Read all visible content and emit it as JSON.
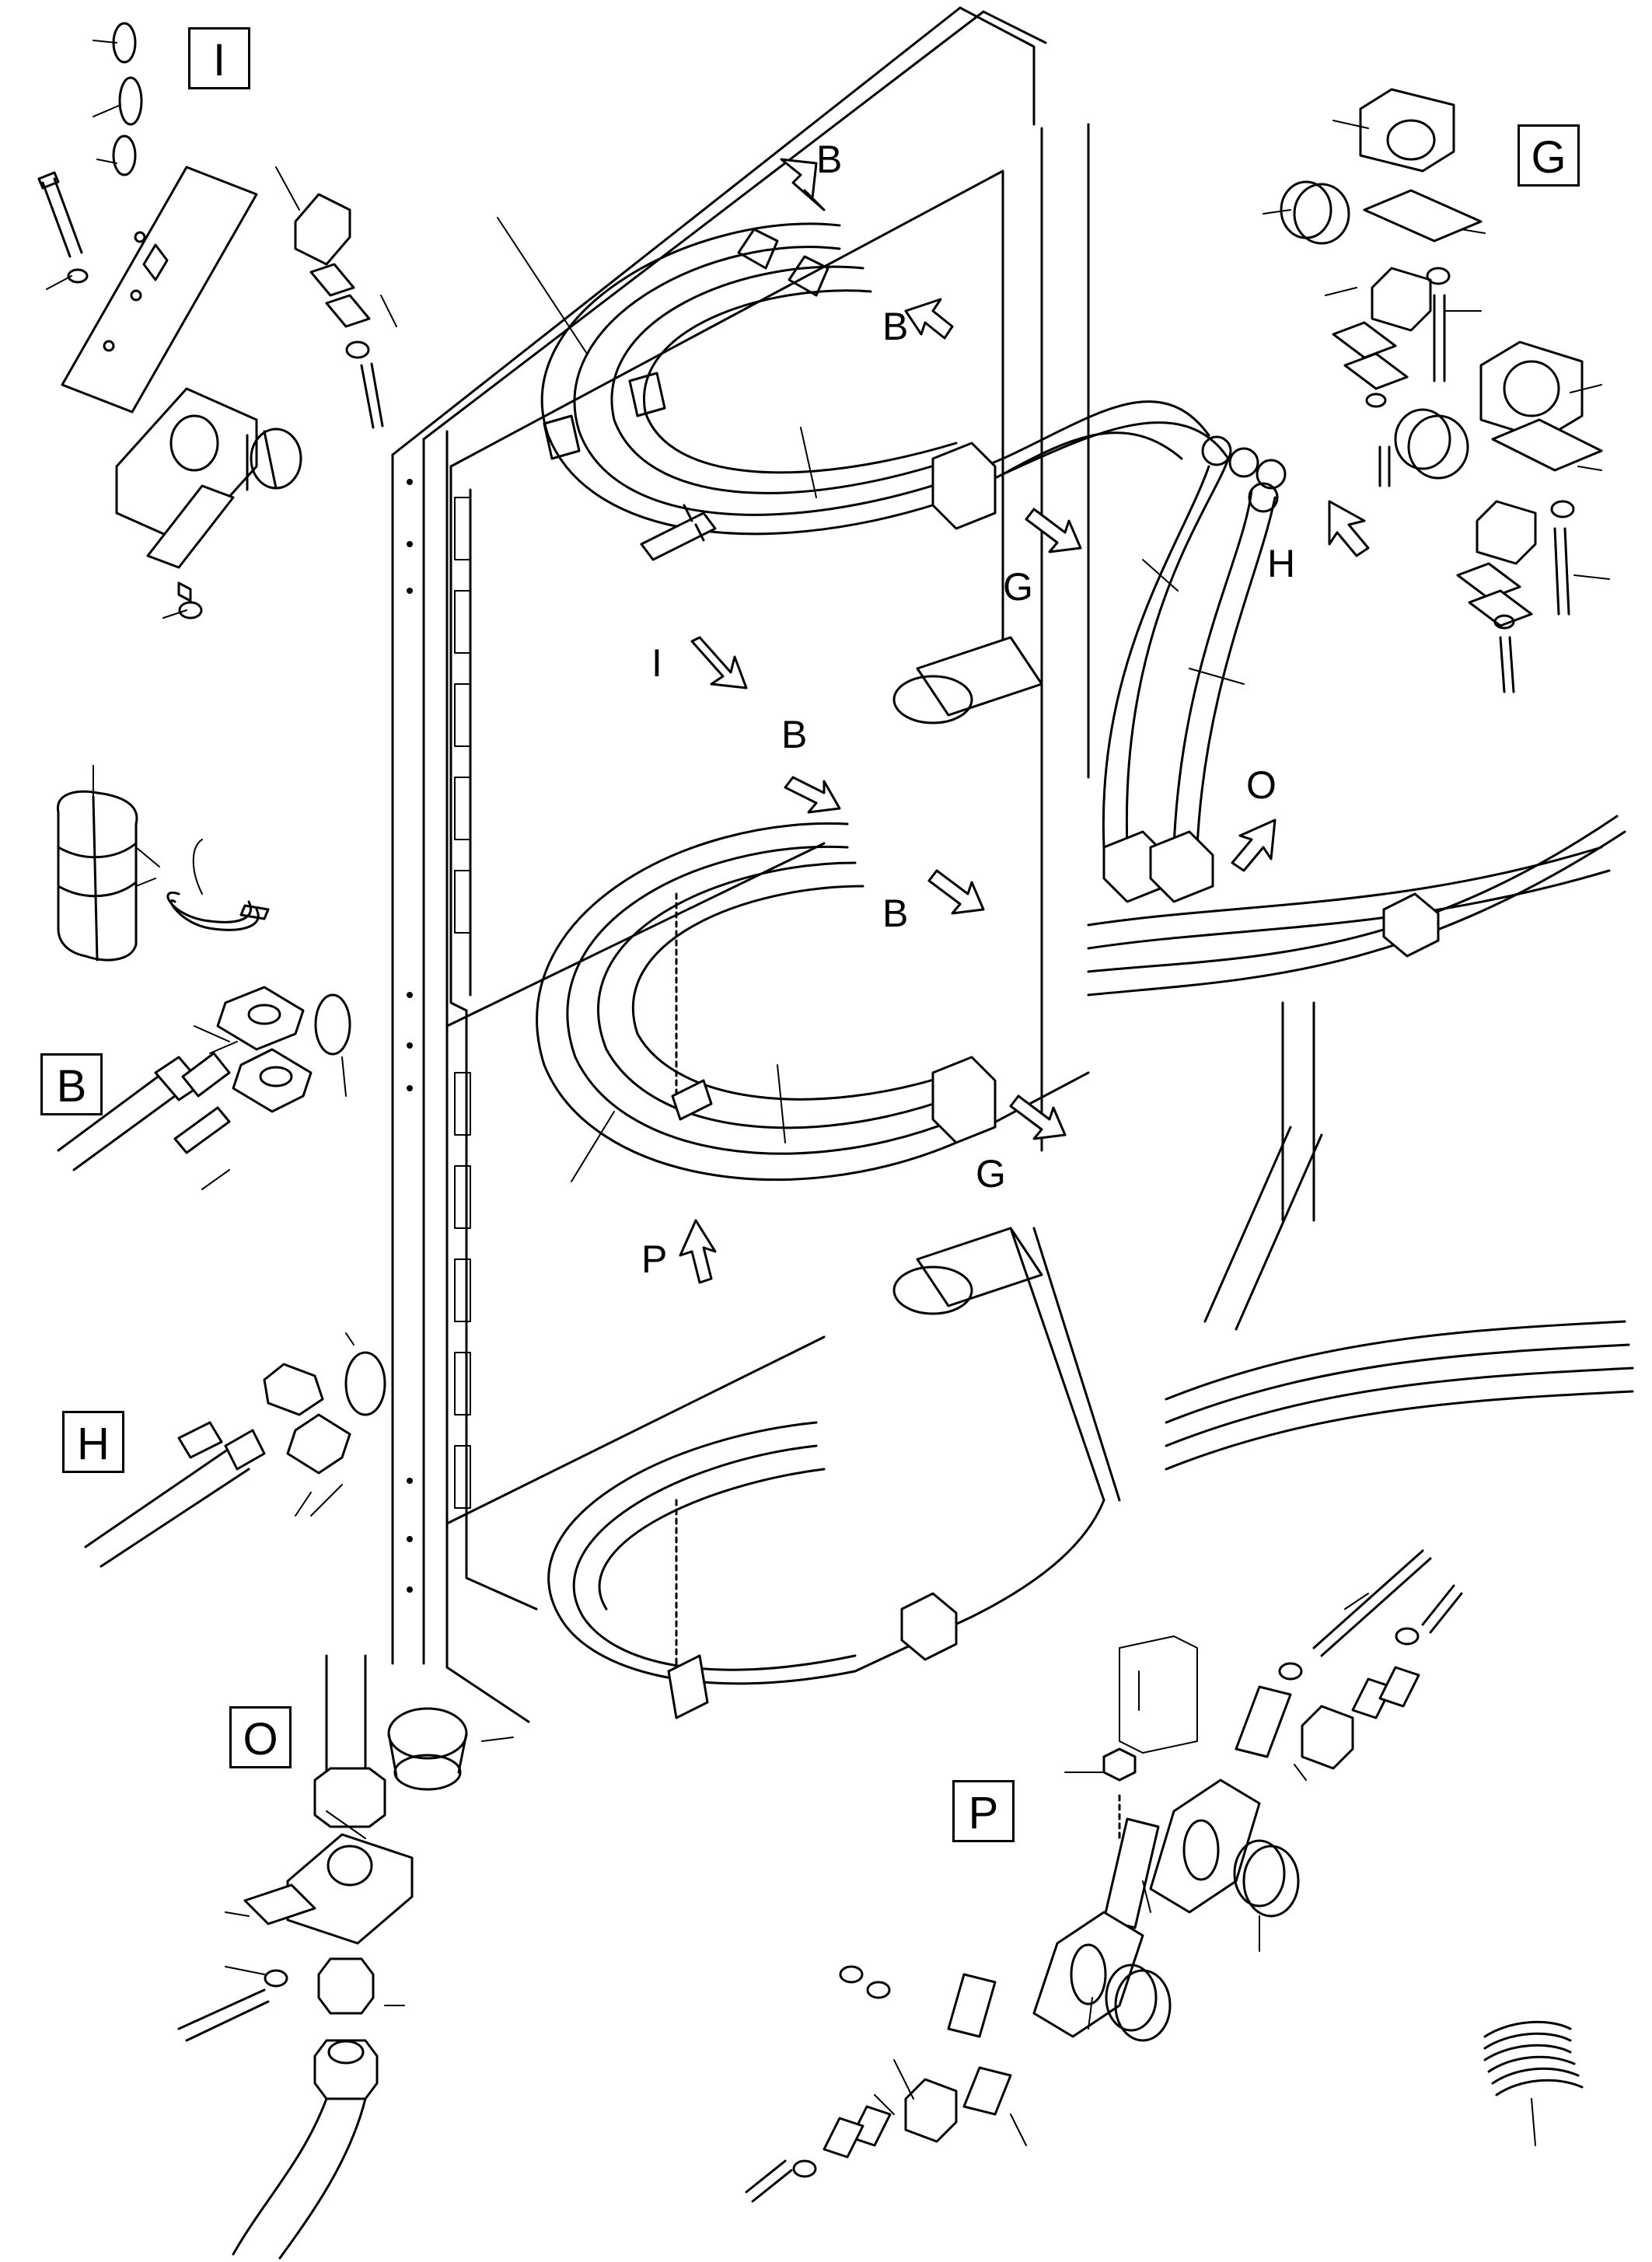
{
  "detail_views": [
    {
      "id": "detail-I",
      "label": "I"
    },
    {
      "id": "detail-G",
      "label": "G"
    },
    {
      "id": "detail-B",
      "label": "B"
    },
    {
      "id": "detail-H",
      "label": "H"
    },
    {
      "id": "detail-O",
      "label": "O"
    },
    {
      "id": "detail-P",
      "label": "P"
    }
  ],
  "callouts": [
    {
      "label": "B"
    },
    {
      "label": "B"
    },
    {
      "label": "B"
    },
    {
      "label": "B"
    },
    {
      "label": "G"
    },
    {
      "label": "G"
    },
    {
      "label": "H"
    },
    {
      "label": "I"
    },
    {
      "label": "O"
    },
    {
      "label": "P"
    }
  ],
  "colors": {
    "line": "#000000",
    "background": "#ffffff",
    "fill": "#ffffff"
  }
}
